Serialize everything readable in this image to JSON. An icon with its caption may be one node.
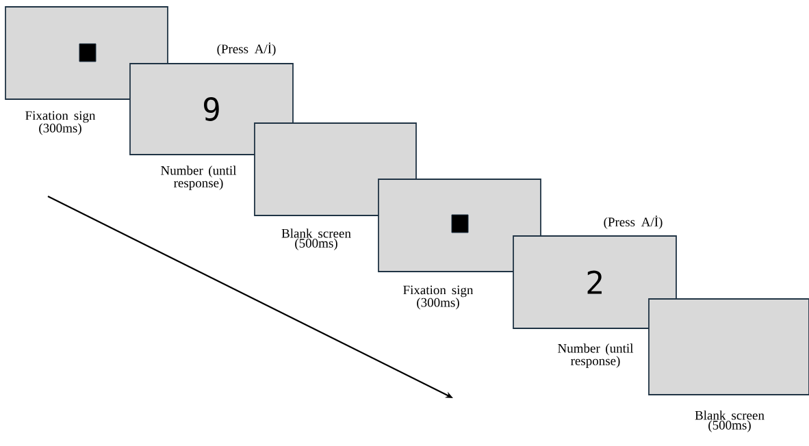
{
  "diagram": {
    "nodes": [
      {
        "text": [],
        "shape": "box"
      },
      {
        "text": [
          "9"
        ],
        "beside": [
          "(Press A/İ)"
        ]
      },
      {
        "text": [],
        "shape": "box"
      },
      {
        "text": [],
        "shape": "box"
      },
      {
        "text": [
          "2"
        ],
        "beside": [
          "(Press A/İ)"
        ]
      },
      {
        "text": [],
        "shape": "box"
      }
    ],
    "edges": [],
    "labels": [
      "Fixation sign (300ms)",
      "Number (until response)",
      "Blank screen (500ms)",
      "Fixation sign (300ms)",
      "Number (until response)",
      "Blank screen (500ms)"
    ]
  }
}
